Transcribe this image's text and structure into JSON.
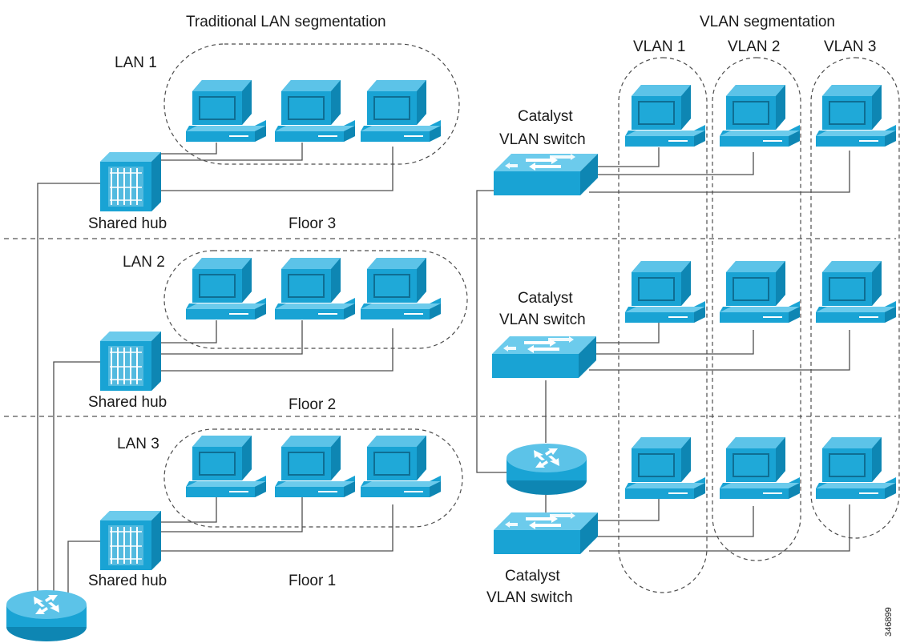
{
  "titles": {
    "traditional": "Traditional LAN segmentation",
    "vlan": "VLAN segmentation"
  },
  "vlan_columns": [
    "VLAN 1",
    "VLAN 2",
    "VLAN 3"
  ],
  "lan_labels": [
    "LAN 1",
    "LAN 2",
    "LAN 3"
  ],
  "floors": [
    "Floor 3",
    "Floor 2",
    "Floor 1"
  ],
  "hub_label": "Shared hub",
  "switch_label_line1": "Catalyst",
  "switch_label_line2": "VLAN switch",
  "figure_id": "346899",
  "device_color": "#19a3d4",
  "icons": [
    "computer-icon",
    "shared-hub-icon",
    "catalyst-switch-icon",
    "router-icon"
  ]
}
